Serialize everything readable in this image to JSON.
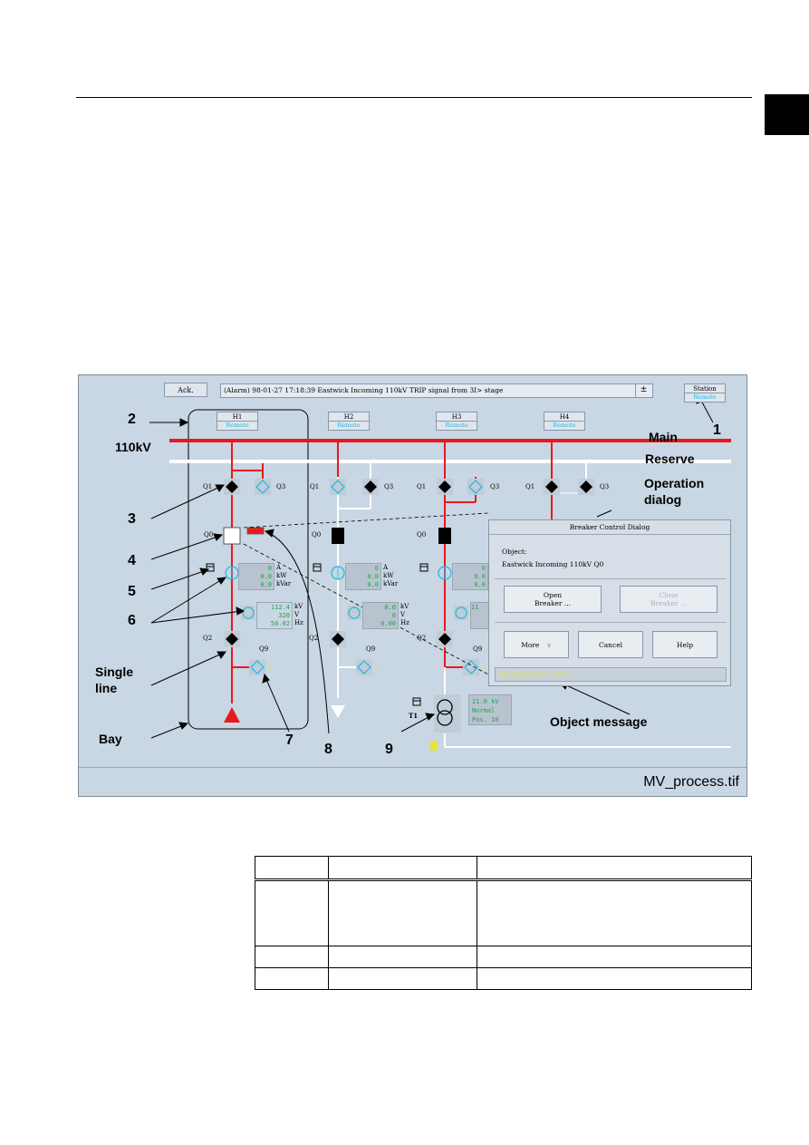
{
  "alarm_bar": {
    "ack_label": "Ack.",
    "message": "(Alarm) 98-01-27 17:18:39  Eastwick  Incoming 110kV TRIP signal from 3I> stage",
    "scroll_glyph": "±"
  },
  "station": {
    "label": "Station",
    "state": "Remote"
  },
  "bays": [
    {
      "name": "H1",
      "state": "Remote"
    },
    {
      "name": "H2",
      "state": "Remote"
    },
    {
      "name": "H3",
      "state": "Remote"
    },
    {
      "name": "H4",
      "state": "Remote"
    }
  ],
  "busbars": {
    "voltage": "110kV",
    "main": "Main",
    "reserve": "Reserve"
  },
  "devices": {
    "q1": "Q1",
    "q3": "Q3",
    "q0": "Q0",
    "q2": "Q2",
    "q9": "Q9",
    "t1": "T1"
  },
  "measurements": {
    "bay1_current": {
      "values": [
        "0",
        "0.0",
        "0.0"
      ],
      "units": [
        "A",
        "kW",
        "kVar"
      ]
    },
    "bay1_voltage": {
      "values": [
        "112.4",
        "320",
        "50.02"
      ],
      "units": [
        "kV",
        "V",
        "Hz"
      ]
    },
    "bay2_current": {
      "values": [
        "0",
        "0.0",
        "0.0"
      ],
      "units": [
        "A",
        "kW",
        "kVar"
      ]
    },
    "bay2_voltage": {
      "values": [
        "0.0",
        "0",
        "0.00"
      ],
      "units": [
        "kV",
        "V",
        "Hz"
      ]
    },
    "bay3_current": {
      "values": [
        "0",
        "0.0",
        "0.0"
      ]
    },
    "bay3_voltage": {
      "values": [
        "11"
      ]
    },
    "transformer": {
      "lines": [
        "21.0 kV",
        "Normal",
        "Pos. 10"
      ]
    }
  },
  "dialog": {
    "title": "Breaker Control Dialog",
    "object_label": "Object:",
    "object_value": "Eastwick  Incoming 110kV  Q0",
    "open_button": [
      "Open",
      "Breaker ..."
    ],
    "close_button": [
      "Close",
      "Breaker ..."
    ],
    "more_button": "More",
    "cancel_button": "Cancel",
    "help_button": "Help",
    "object_message": "Interlocked by function"
  },
  "callouts": {
    "n1": "1",
    "n2": "2",
    "n3": "3",
    "n4": "4",
    "n5": "5",
    "n6": "6",
    "n7": "7",
    "n8": "8",
    "n9": "9",
    "operation_dialog": [
      "Operation",
      "dialog"
    ],
    "object_message": "Object message",
    "single_line": [
      "Single",
      "line"
    ],
    "bay": "Bay"
  },
  "filename": "MV_process.tif",
  "colors": {
    "busbar_main": "#e8191c",
    "busbar_reserve": "#ffffff",
    "symbol": "#1fb8e0",
    "measure": "#1aa84a"
  }
}
